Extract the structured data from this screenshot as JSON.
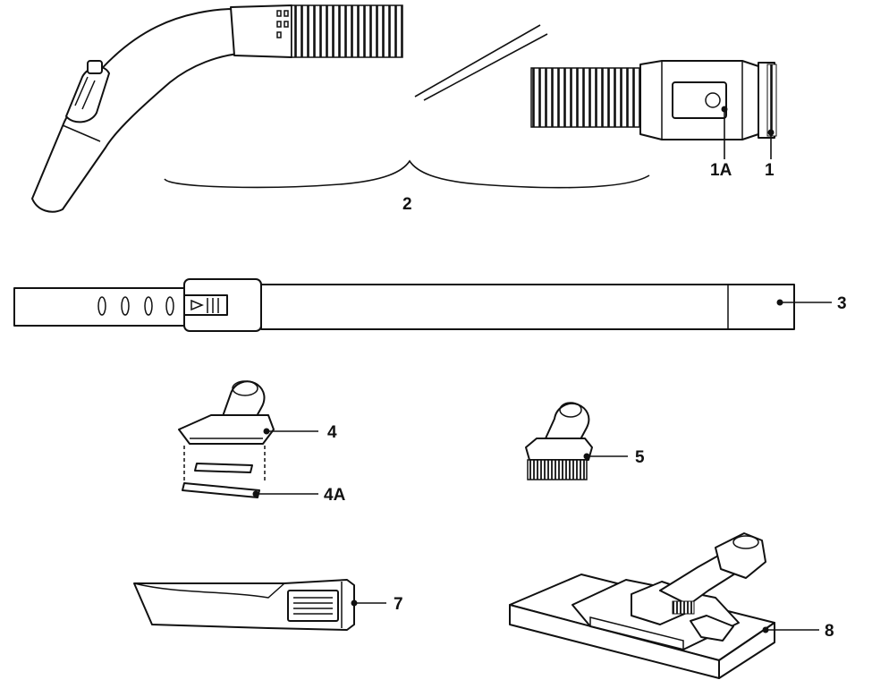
{
  "colors": {
    "ink": "#111111",
    "paper": "#ffffff"
  },
  "labels": {
    "hose_release_button": "1A",
    "hose_end_fitting": "1",
    "hose_assembly": "2",
    "extension_wand": "3",
    "upholstery_tool": "4",
    "upholstery_tool_strip": "4A",
    "dusting_brush": "5",
    "crevice_tool": "7",
    "floor_nozzle": "8"
  }
}
